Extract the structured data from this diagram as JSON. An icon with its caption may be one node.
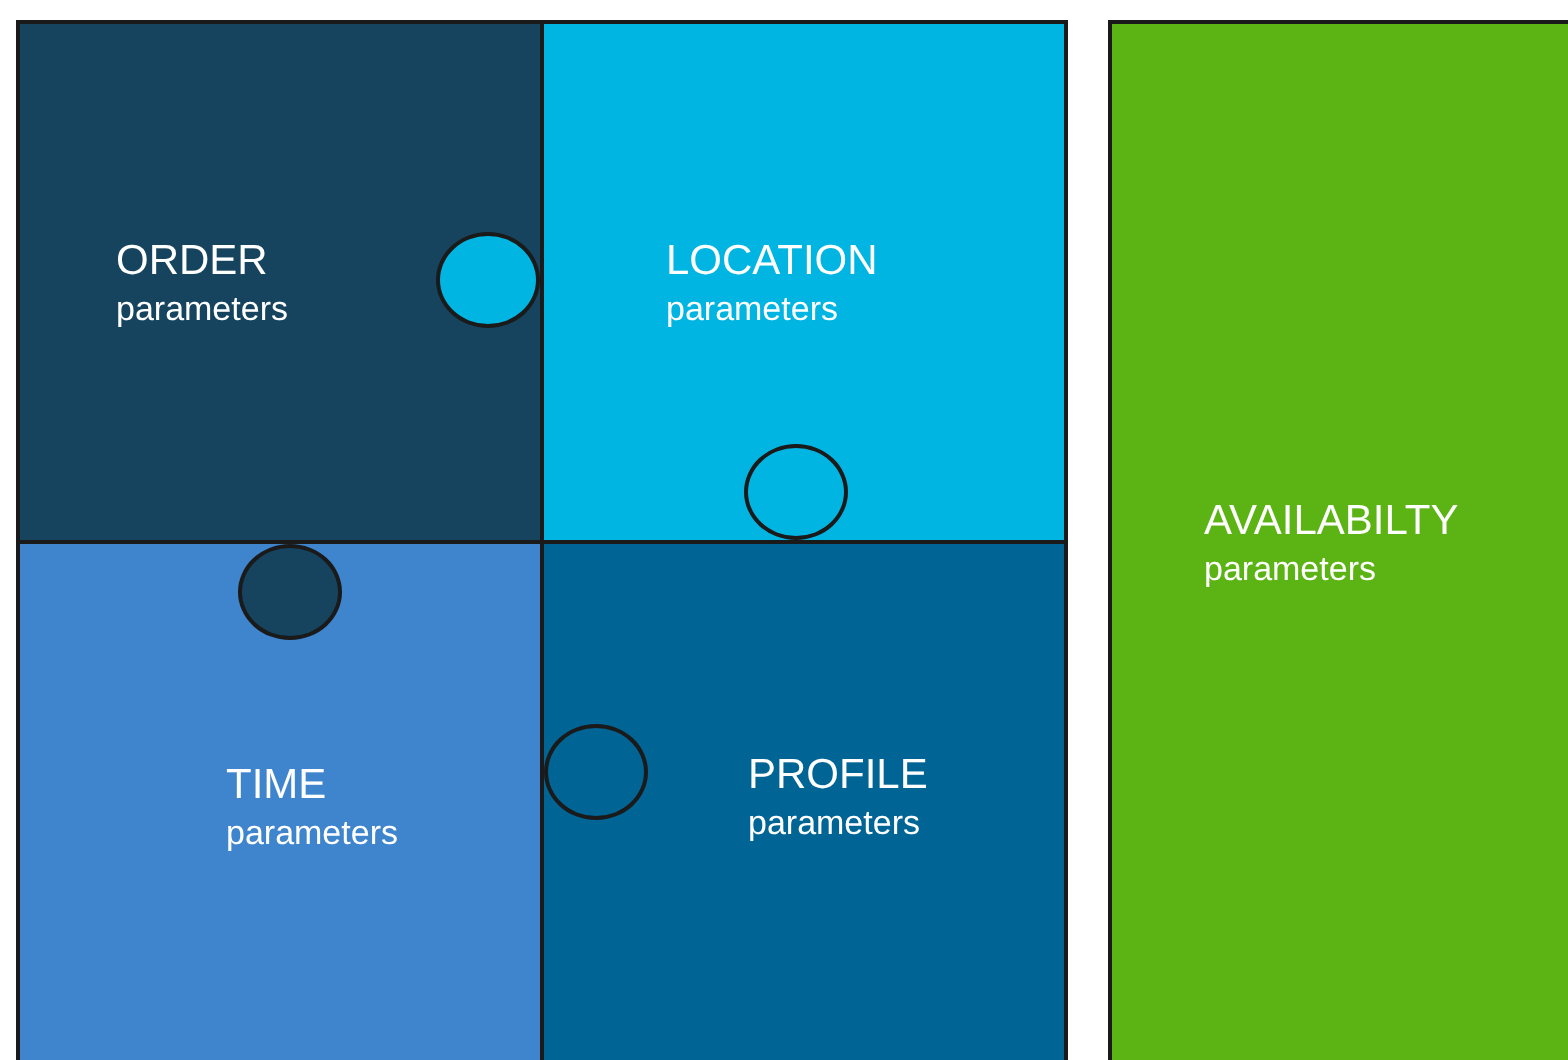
{
  "diagram": {
    "nodes": [
      {
        "text": [
          "ORDER",
          "parameters"
        ]
      },
      {
        "text": [
          "LOCATION",
          "parameters"
        ]
      },
      {
        "text": [
          "TIME",
          "parameters"
        ]
      },
      {
        "text": [
          "PROFILE",
          "parameters"
        ]
      },
      {
        "text": [
          "AVAILABILTY",
          "parameters"
        ]
      }
    ]
  }
}
